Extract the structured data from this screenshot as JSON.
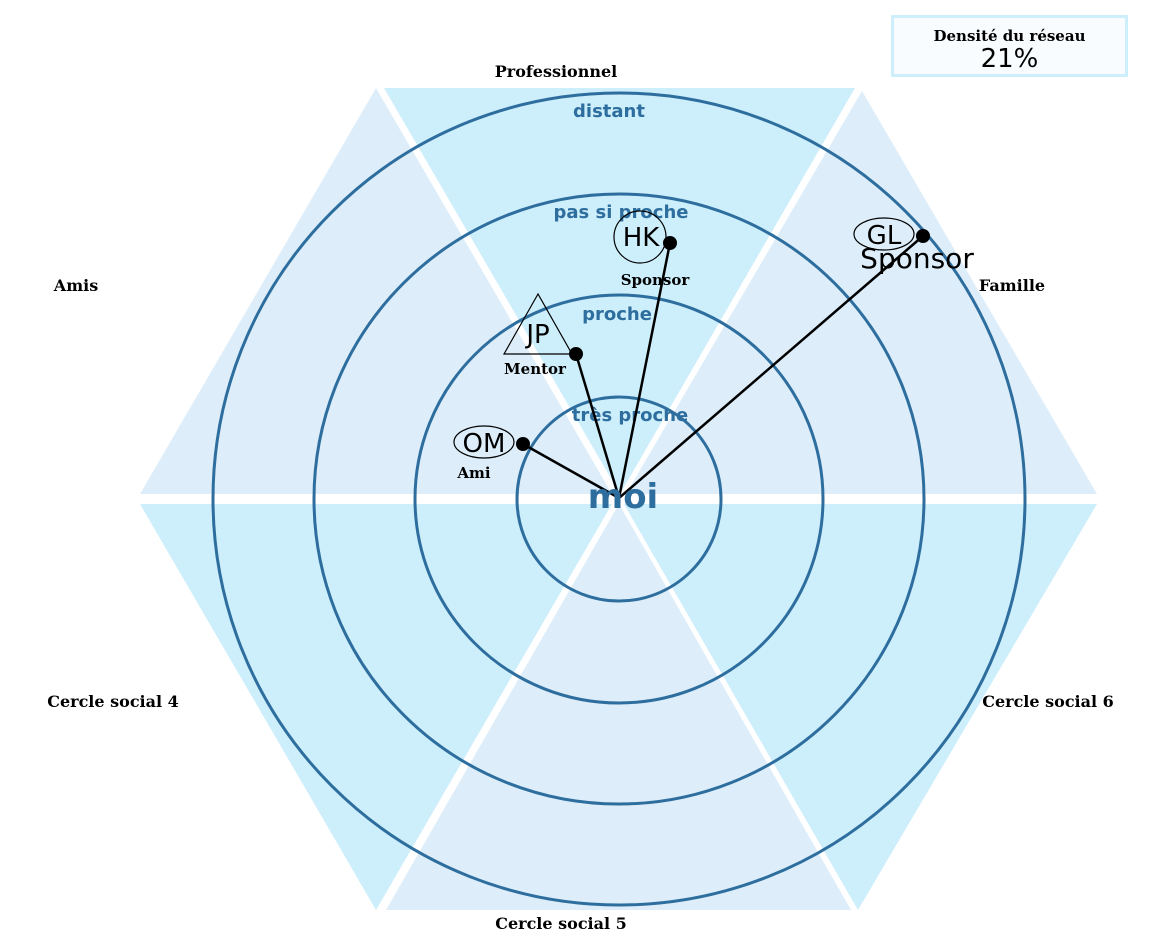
{
  "density": {
    "title": "Densité du réseau",
    "value": "21%"
  },
  "center": {
    "label": "moi"
  },
  "sectors": [
    {
      "label": "Professionnel",
      "fill": "#cdeefb"
    },
    {
      "label": "Famille",
      "fill": "#ddeefa"
    },
    {
      "label": "Cercle social 6",
      "fill": "#cdeefb"
    },
    {
      "label": "Cercle social 5",
      "fill": "#ddeefa"
    },
    {
      "label": "Cercle social 4",
      "fill": "#cdeefb"
    },
    {
      "label": "Amis",
      "fill": "#ddeefa"
    }
  ],
  "rings": [
    {
      "label": "très proche"
    },
    {
      "label": "proche"
    },
    {
      "label": "pas si proche"
    },
    {
      "label": "distant"
    }
  ],
  "contacts": [
    {
      "initials": "OM",
      "role": "Ami",
      "shape": "ellipse"
    },
    {
      "initials": "JP",
      "role": "Mentor",
      "shape": "triangle"
    },
    {
      "initials": "HK",
      "role": "Sponsor",
      "shape": "circle"
    },
    {
      "initials": "GL",
      "role": "Sponsor",
      "shape": "ellipse"
    }
  ],
  "colors": {
    "ring": "#2e6e9e",
    "sector_dark": "#cdeefb",
    "sector_light": "#ddeefa"
  }
}
